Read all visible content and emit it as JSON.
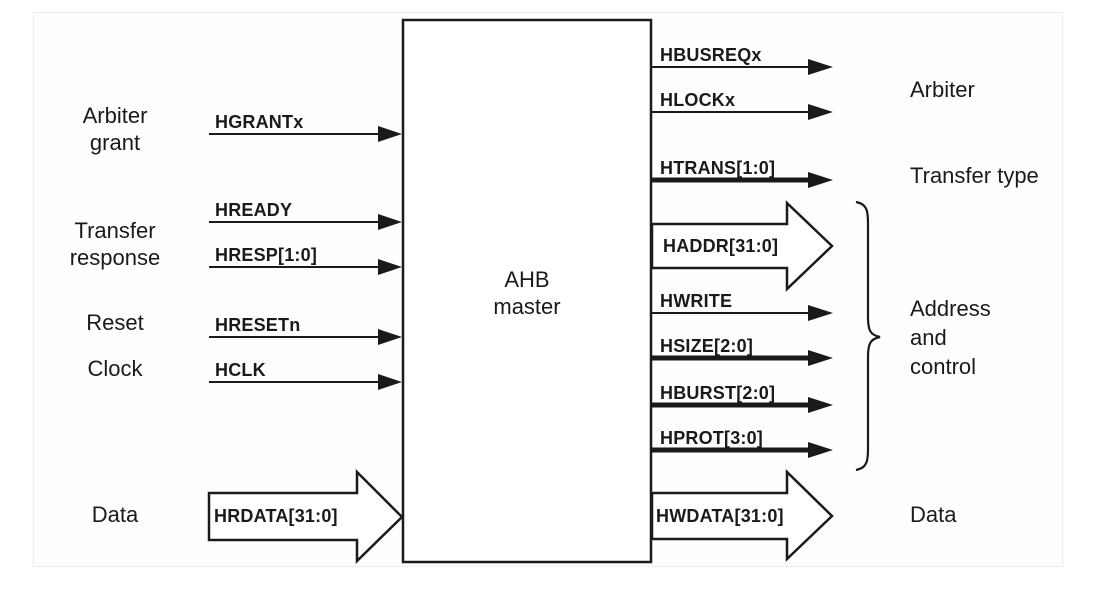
{
  "colors": {
    "ink": "#1a1a1a",
    "background": "#ffffff"
  },
  "block": {
    "lines": [
      "AHB",
      "master"
    ]
  },
  "left": {
    "groups": [
      {
        "lines": [
          "Arbiter",
          "grant"
        ]
      },
      {
        "lines": [
          "Transfer",
          "response"
        ]
      },
      {
        "lines": [
          "Reset"
        ]
      },
      {
        "lines": [
          "Clock"
        ]
      },
      {
        "lines": [
          "Data"
        ]
      }
    ],
    "signals": [
      {
        "label": "HGRANTx",
        "style": "single-bit",
        "direction": "input"
      },
      {
        "label": "HREADY",
        "style": "single-bit",
        "direction": "input"
      },
      {
        "label": "HRESP[1:0]",
        "style": "single-bit",
        "direction": "input"
      },
      {
        "label": "HRESETn",
        "style": "single-bit",
        "direction": "input"
      },
      {
        "label": "HCLK",
        "style": "single-bit",
        "direction": "input"
      },
      {
        "label": "HRDATA[31:0]",
        "style": "wide-bus",
        "direction": "input"
      }
    ]
  },
  "right": {
    "signals": [
      {
        "label": "HBUSREQx",
        "style": "single-bit",
        "direction": "output"
      },
      {
        "label": "HLOCKx",
        "style": "single-bit",
        "direction": "output"
      },
      {
        "label": "HTRANS[1:0]",
        "style": "multi-bit",
        "direction": "output"
      },
      {
        "label": "HADDR[31:0]",
        "style": "wide-bus",
        "direction": "output"
      },
      {
        "label": "HWRITE",
        "style": "single-bit",
        "direction": "output"
      },
      {
        "label": "HSIZE[2:0]",
        "style": "multi-bit",
        "direction": "output"
      },
      {
        "label": "HBURST[2:0]",
        "style": "multi-bit",
        "direction": "output"
      },
      {
        "label": "HPROT[3:0]",
        "style": "multi-bit",
        "direction": "output"
      },
      {
        "label": "HWDATA[31:0]",
        "style": "wide-bus",
        "direction": "output"
      }
    ],
    "groups": [
      {
        "lines": [
          "Arbiter"
        ]
      },
      {
        "lines": [
          "Transfer type"
        ]
      },
      {
        "lines": [
          "Address",
          "and",
          "control"
        ]
      },
      {
        "lines": [
          "Data"
        ]
      }
    ]
  }
}
